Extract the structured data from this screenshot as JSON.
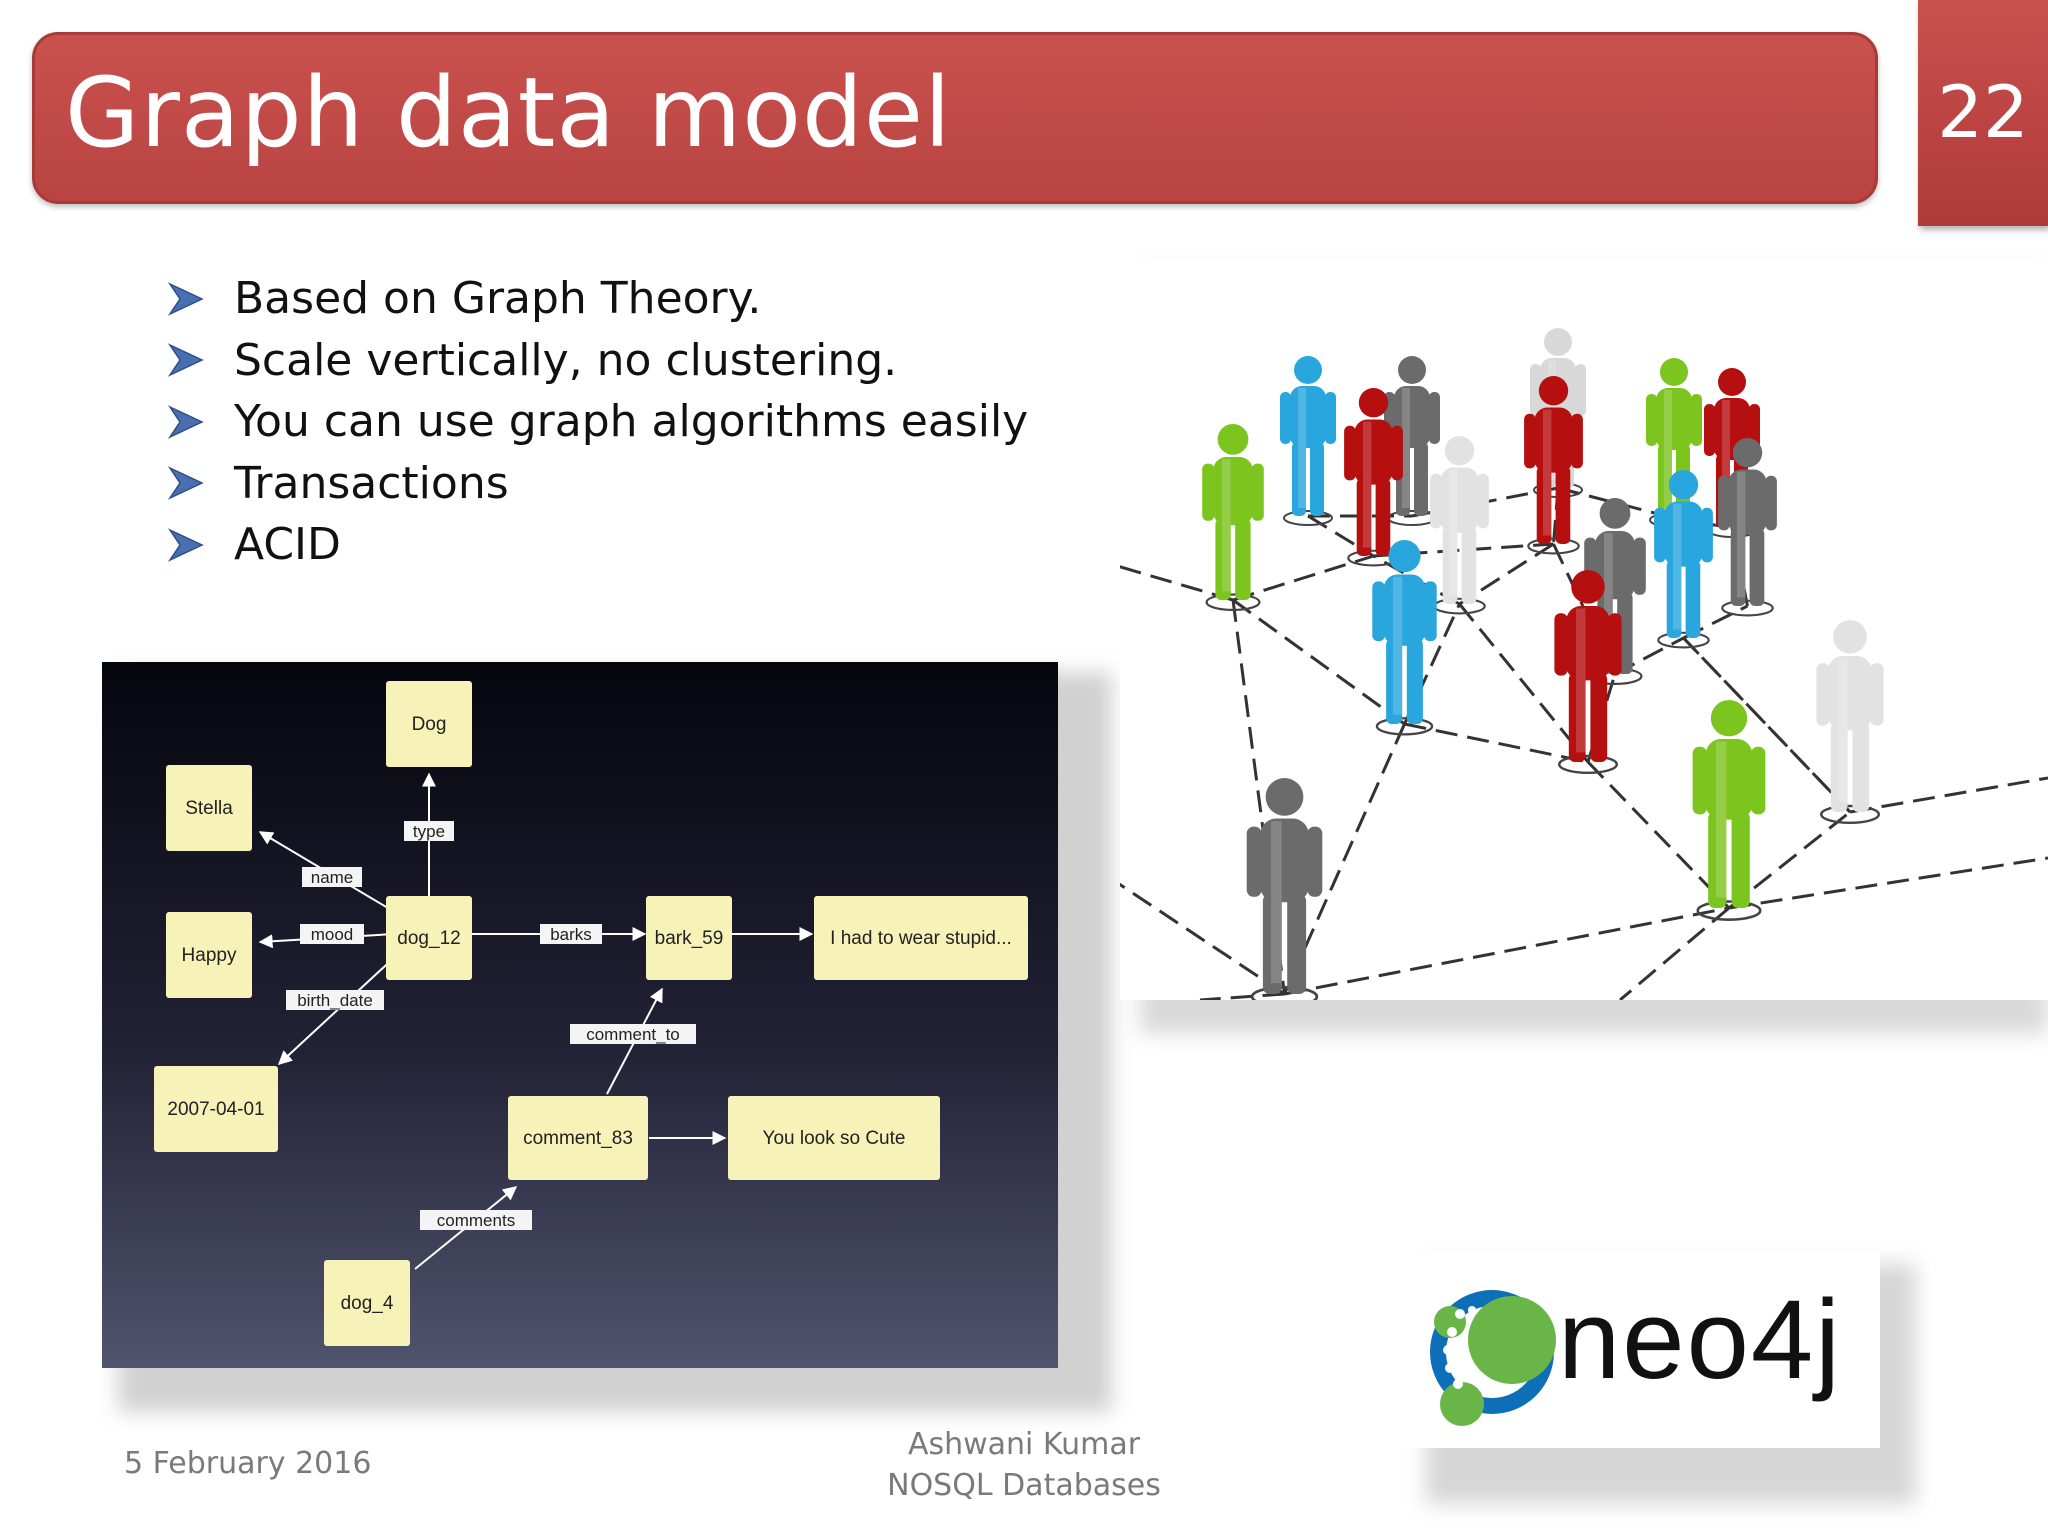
{
  "slide": {
    "title": "Graph data model",
    "page_number": "22",
    "accent_color": "#c04a48"
  },
  "bullets": [
    "Based on Graph Theory.",
    "Scale vertically, no clustering.",
    "You can use graph algorithms easily",
    "Transactions",
    "ACID"
  ],
  "diagram": {
    "nodes": {
      "dog": "Dog",
      "stella": "Stella",
      "happy": "Happy",
      "dog_12": "dog_12",
      "date": "2007-04-01",
      "bark_59": "bark_59",
      "bark_text": "I had to wear stupid...",
      "comment_83": "comment_83",
      "comment_text": "You look so Cute",
      "dog_4": "dog_4"
    },
    "edges": {
      "type": "type",
      "name": "name",
      "mood": "mood",
      "birth_date": "birth_date",
      "barks": "barks",
      "comment_to": "comment_to",
      "comments": "comments"
    }
  },
  "logo": {
    "text": "neo4j"
  },
  "footer": {
    "date": "5 February 2016",
    "author": "Ashwani Kumar",
    "course": "NOSQL Databases"
  }
}
